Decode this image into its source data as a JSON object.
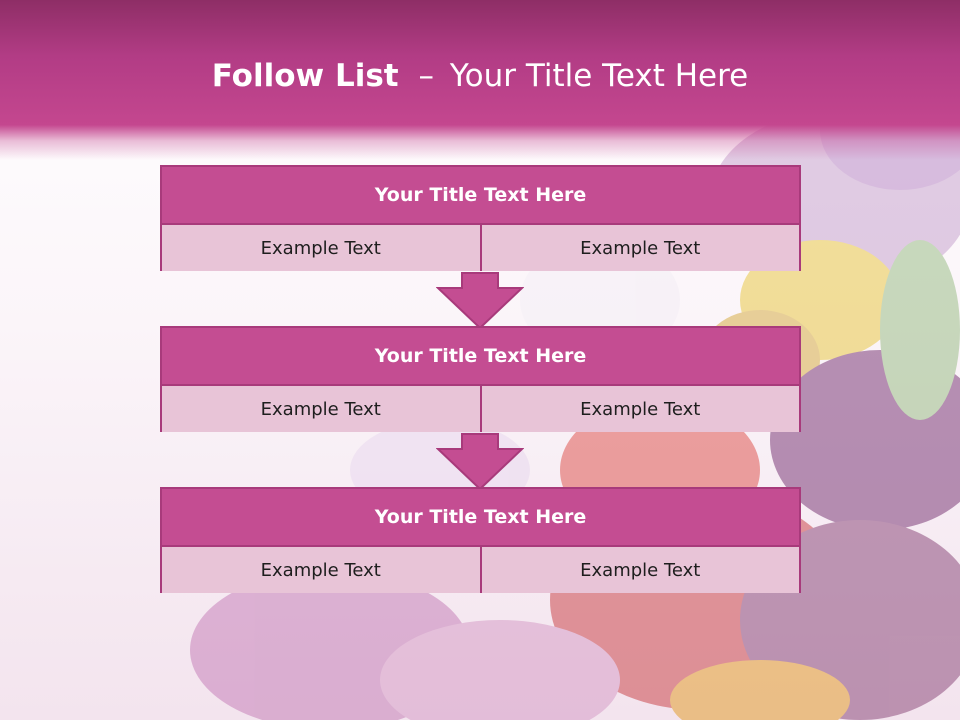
{
  "slide": {
    "title_bold": "Follow List",
    "title_sep": "–",
    "title_rest": "Your Title Text Here"
  },
  "steps": [
    {
      "title": "Your Title Text Here",
      "left": "Example Text",
      "right": "Example Text"
    },
    {
      "title": "Your Title Text Here",
      "left": "Example Text",
      "right": "Example Text"
    },
    {
      "title": "Your Title Text Here",
      "left": "Example Text",
      "right": "Example Text"
    }
  ],
  "colors": {
    "header": "#c4478f",
    "block_title": "#c44d92",
    "block_cell": "#e8c4d7",
    "border": "#a83a7b"
  }
}
